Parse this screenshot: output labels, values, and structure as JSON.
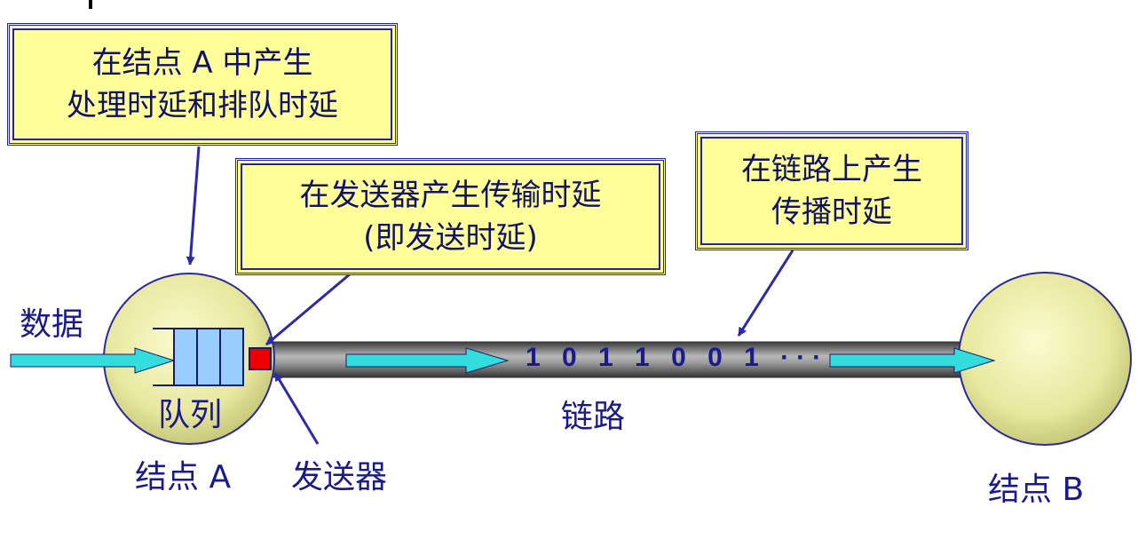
{
  "callouts": {
    "node_a": {
      "line1": "在结点 A 中产生",
      "line2": "处理时延和排队时延"
    },
    "sender": {
      "line1": "在发送器产生传输时延",
      "line2": "(即发送时延)"
    },
    "link": {
      "line1": "在链路上产生",
      "line2": "传播时延"
    }
  },
  "labels": {
    "data": "数据",
    "queue": "队列",
    "node_a": "结点 A",
    "sender": "发送器",
    "link": "链路",
    "node_b": "结点 B",
    "bits": "1 0 1 1 0 0 1  ···"
  },
  "colors": {
    "node_fill": "#e8e8a0",
    "node_stroke": "#2a2a9a",
    "callout_fill": "#ffff99",
    "arrow_fill": "#33dddd",
    "queue_fill": "#99ccff",
    "sender_fill": "#ee0000",
    "link_fill": "#666666",
    "text": "#1a1a8c"
  }
}
